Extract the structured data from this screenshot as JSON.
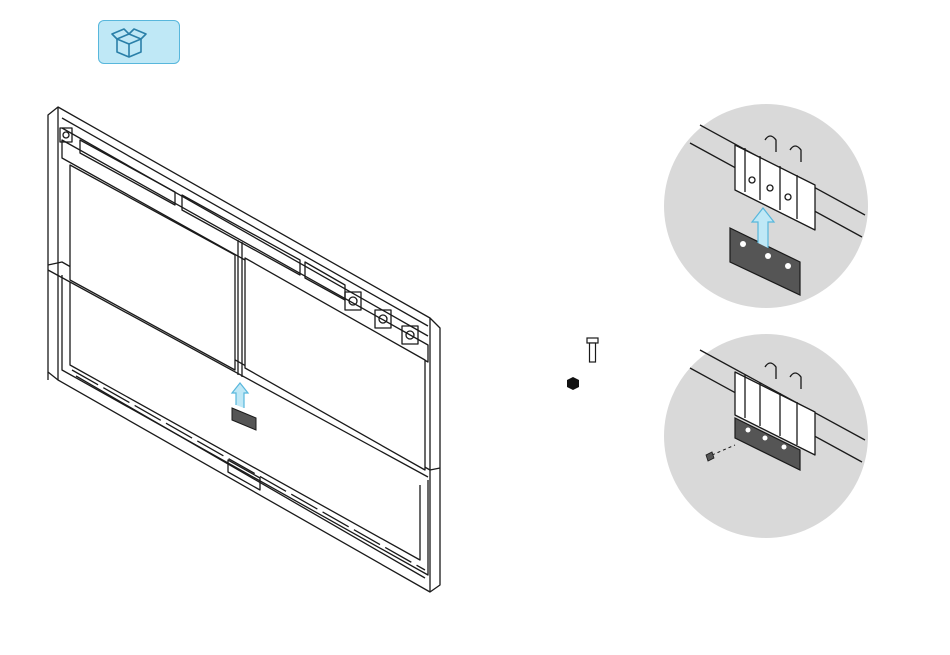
{
  "diagram": {
    "header_icon": "package-box-icon",
    "steps": [
      {
        "view": "wall-panel-back-view",
        "part": "mounting-bracket-plate"
      },
      {
        "view": "detail-circle-insert-plate",
        "part": "bracket-plate-arrow"
      },
      {
        "view": "detail-circle-fasten-bolt",
        "part": "bolt-and-nut"
      }
    ],
    "hardware": [
      {
        "icon": "bolt-icon"
      },
      {
        "icon": "nut-icon"
      }
    ],
    "colors": {
      "accent_fill": "#bfe8f6",
      "accent_stroke": "#58b7dc",
      "detail_circle": "#d9d9d9",
      "plate": "#555555",
      "line": "#1a1a1a"
    }
  }
}
